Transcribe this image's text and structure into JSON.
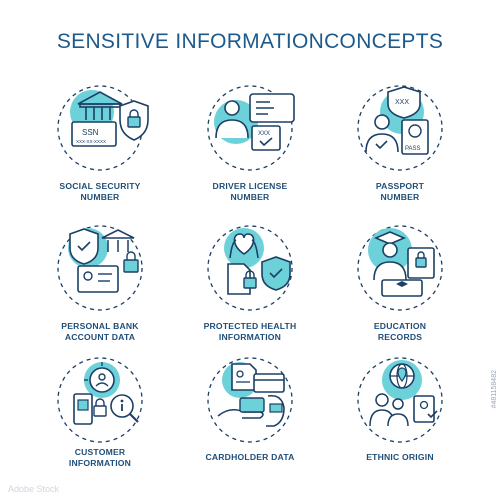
{
  "title": "SENSITIVE INFORMATIONCONCEPTS",
  "colors": {
    "accent": "#6cd1d9",
    "stroke": "#1c3f66",
    "title": "#1d5a8c",
    "label": "#1f4e79"
  },
  "concepts": [
    {
      "line1": "SOCIAL SECURITY",
      "line2": "NUMBER",
      "icon": "bank-ssn-card-lock-icon",
      "card_text": "SSN",
      "card_digits": "XXX-XX-XXXX"
    },
    {
      "line1": "DRIVER LICENSE",
      "line2": "NUMBER",
      "icon": "driver-license-card-icon",
      "badge_text": "XXX"
    },
    {
      "line1": "PASSPORT",
      "line2": "NUMBER",
      "icon": "passport-shield-icon",
      "badge_text": "XXX",
      "pass_text": "PASS"
    },
    {
      "line1": "PERSONAL BANK",
      "line2": "ACCOUNT DATA",
      "icon": "bank-card-shield-icon"
    },
    {
      "line1": "PROTECTED HEALTH",
      "line2": "INFORMATION",
      "icon": "health-heart-shield-icon"
    },
    {
      "line1": "EDUCATION",
      "line2": "RECORDS",
      "icon": "graduate-records-lock-icon"
    },
    {
      "line1": "CUSTOMER",
      "line2": "INFORMATION",
      "icon": "customer-target-search-icon"
    },
    {
      "line1": "CARDHOLDER DATA",
      "line2": "",
      "icon": "cardholder-hand-card-icon"
    },
    {
      "line1": "ETHNIC ORIGIN",
      "line2": "",
      "icon": "globe-people-origin-icon"
    }
  ],
  "watermark": "Adobe Stock",
  "stock_id": "#481158482"
}
